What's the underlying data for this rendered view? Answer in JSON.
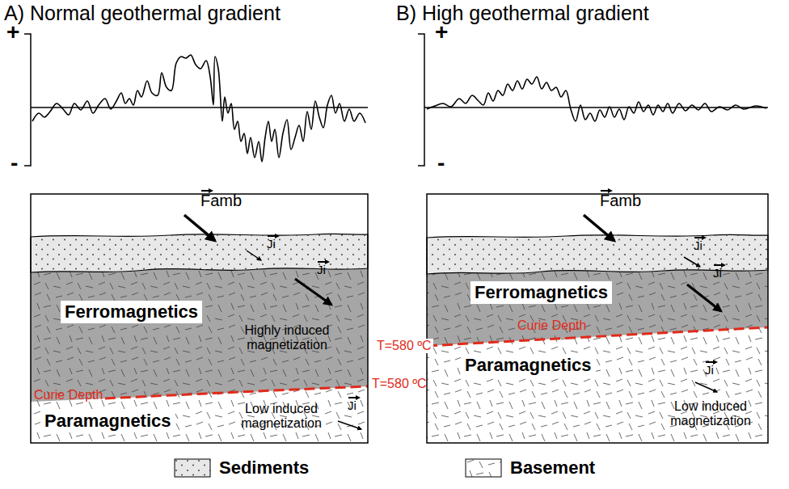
{
  "diagram": {
    "nodes": [
      {
        "text": [
          "Ferromagnetics"
        ]
      },
      {
        "text": [
          "Paramagnetics"
        ]
      },
      {
        "text": [
          "Ferromagnetics"
        ]
      },
      {
        "text": [
          "Paramagnetics"
        ]
      }
    ],
    "labels": [
      "A) Normal geothermal gradient",
      "+",
      "-",
      "Famb",
      "Ji",
      "Ji",
      "Highly induced magnetization",
      "Curie Depth",
      "T=580 ºC",
      "Low induced magnetization",
      "Ji",
      "B) High geothermal gradient",
      "+",
      "-",
      "Famb",
      "Ji",
      "Ji",
      "T=580 ºC",
      "Curie Depth",
      "Ji",
      "Low induced magnetization"
    ],
    "legend": [
      {
        "text": "Sediments"
      },
      {
        "text": "Basement"
      }
    ]
  }
}
